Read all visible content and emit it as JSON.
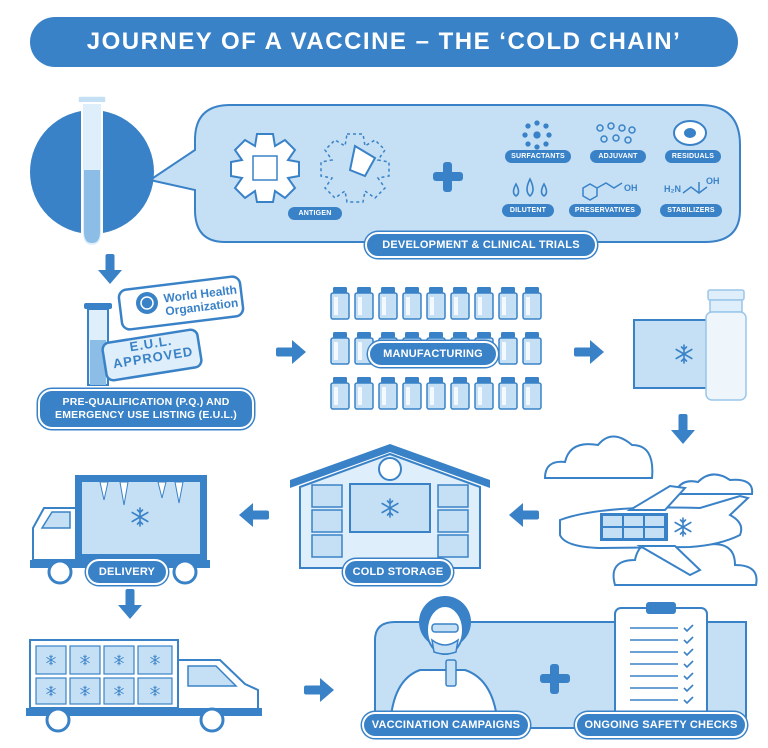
{
  "title": "JOURNEY OF A VACCINE – THE ‘COLD CHAIN’",
  "development": {
    "label": "DEVELOPMENT & CLINICAL TRIALS",
    "antigen": "ANTIGEN",
    "components": [
      "SURFACTANTS",
      "ADJUVANT",
      "RESIDUALS",
      "DILUTENT",
      "PRESERVATIVES",
      "STABILIZERS"
    ],
    "preservative_formula": "OH",
    "stabilizer_formula_left": "H₂N",
    "stabilizer_formula_right": "OH"
  },
  "prequalification": {
    "label_line1": "PRE-QUALIFICATION (P.Q.) AND",
    "label_line2": "EMERGENCY USE LISTING (E.U.L.)",
    "stamp_who_line1": "World Health",
    "stamp_who_line2": "Organization",
    "stamp_eul_line1": "E.U.L.",
    "stamp_eul_line2": "APPROVED"
  },
  "steps": {
    "manufacturing": "MANUFACTURING",
    "cold_storage": "COLD STORAGE",
    "delivery": "DELIVERY",
    "vaccination": "VACCINATION CAMPAIGNS",
    "safety": "ONGOING SAFETY CHECKS"
  },
  "colors": {
    "primary": "#3a82c7",
    "light": "#c5e0f5",
    "lighter": "#deeefa",
    "outline": "#2f6fae"
  }
}
